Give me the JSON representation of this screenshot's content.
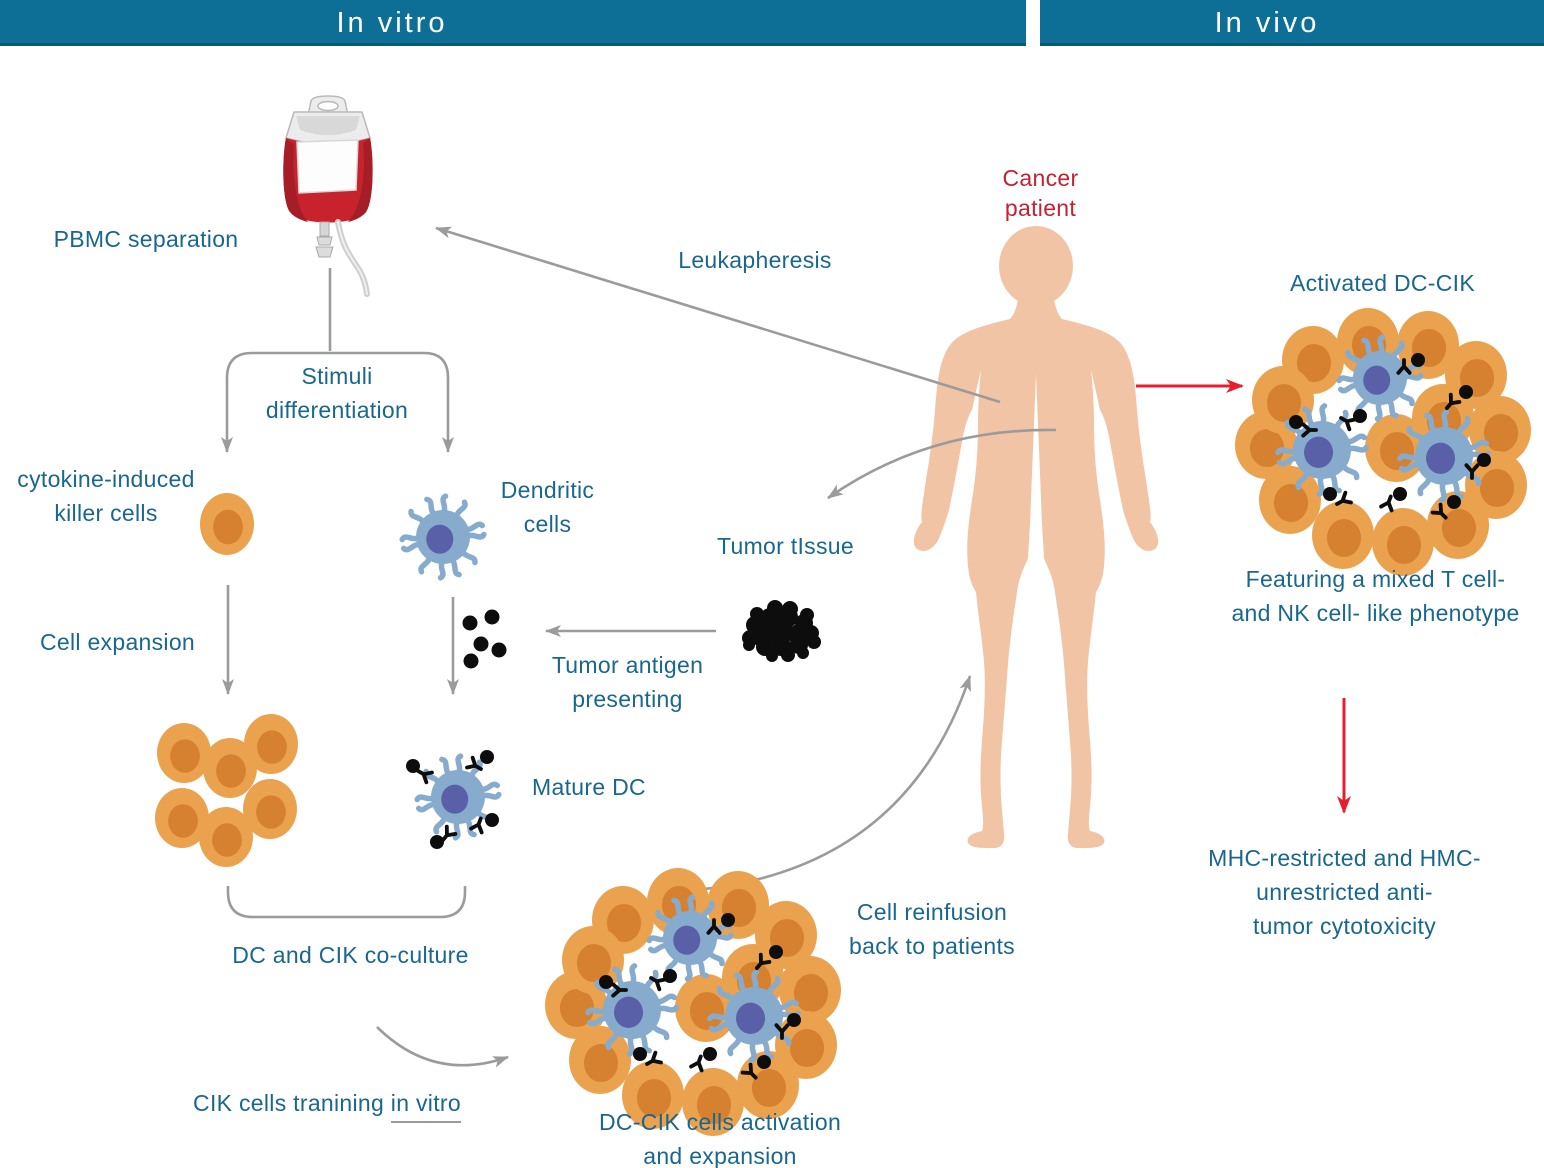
{
  "header": {
    "in_vitro_label": "In vitro",
    "in_vivo_label": "In vivo"
  },
  "labels": {
    "pbmc_separation": "PBMC separation",
    "stimuli_differentiation": "Stimuli\ndifferentiation",
    "cytokine_induced_killer_cells": "cytokine-induced\nkiller cells",
    "dendritic_cells": "Dendritic\ncells",
    "cell_expansion": "Cell expansion",
    "tumor_antigen_presenting": "Tumor antigen\npresenting",
    "mature_dc": "Mature DC",
    "dc_cik_co_culture": "DC and CIK co-culture",
    "cik_training_prefix": "CIK cells tranining ",
    "cik_training_underline": "in vitro",
    "dc_cik_activation": "DC-CIK cells activation\nand expansion",
    "leukapheresis": "Leukapheresis",
    "tumor_tissue": "Tumor tIssue",
    "cancer_patient": "Cancer\npatient",
    "cell_reinfusion": "Cell reinfusion\nback to patients",
    "activated_dc_cik": "Activated DC-CIK",
    "featuring_phenotype": "Featuring a mixed T cell-\nand NK cell- like phenotype",
    "mhc_cytotoxicity": "MHC-restricted and HMC-\nunrestricted anti-\ntumor cytotoxicity"
  },
  "colors": {
    "header_bar": "#0d6f96",
    "header_text": "#ffffff",
    "label_text": "#19678e",
    "red_text": "#c22233",
    "red_arrow": "#e51f2f",
    "arrow_gray": "#9b9b9b",
    "cell_orange": "#eba24f",
    "cell_orange_nucleus": "#d5812f",
    "dc_body": "#87abcd",
    "dc_nucleus": "#5a60a8",
    "skin": "#f2c4a6",
    "bag_red": "#c8232d",
    "bag_gray": "#ececec",
    "dot_black": "#0d0d0d"
  }
}
